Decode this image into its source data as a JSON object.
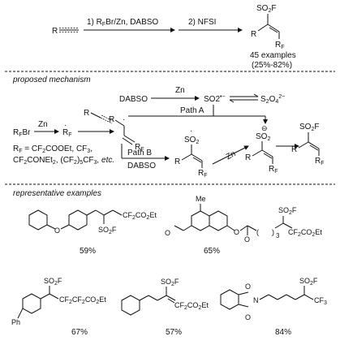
{
  "top": {
    "reactant": "R",
    "step1": "1) R",
    "step1_sub": "F",
    "step1_rest": "Br/Zn, DABSO",
    "step2": "2) NFSI",
    "so2f": "SO",
    "so2f_sub": "2",
    "so2f_end": "F",
    "product_R": "R",
    "product_RF": "R",
    "product_RF_sub": "F",
    "examples": "45 examples",
    "yield_range": "(25%-82%)"
  },
  "mechanism": {
    "heading": "proposed mechanism",
    "dabso": "DABSO",
    "zn1": "Zn",
    "so2_radical": "SO2",
    "s2o4": "S",
    "path_a": "Path A",
    "path_b": "Path B",
    "rfbr": "R",
    "zn2": "Zn",
    "rf_radical": "R",
    "alkyne_R": "R",
    "vinyl_R": "R",
    "vinyl_RF": "R",
    "rf_def_1": "R",
    "rf_def_1b": " = CF",
    "rf_def_1c": "COOEt, CF",
    "rf_def_1d": ",",
    "rf_def_2": "CF",
    "rf_def_2b": "CONEt",
    "rf_def_2c": ", (CF",
    "rf_def_2d": ")",
    "rf_def_2e": "CF",
    "rf_def_2f": ", etc.",
    "dabso_b": "DABSO",
    "so2_label": "SO",
    "zn3": "Zn",
    "sulfonyl_R": "R",
    "sulfonyl_RF": "R",
    "mid_so2": "SO",
    "mid_R": "R",
    "mid_RF": "R",
    "final_so2f": "SO",
    "final_R": "R",
    "final_RF": "R"
  },
  "examples": {
    "heading": "representative examples",
    "items": [
      {
        "yield": "59%"
      },
      {
        "yield": "65%"
      },
      {
        "yield": "67%"
      },
      {
        "yield": "57%"
      },
      {
        "yield": "84%"
      }
    ],
    "ex1_so2f": "SO",
    "ex1_chain": "CF",
    "ex1_co2et": "CO",
    "ex2_me": "Me",
    "ex2_o": "O",
    "ex2_so2f": "SO",
    "ex2_n": "3",
    "ex2_chain": "CF",
    "ex3_so2f": "SO",
    "ex3_chain": "CF",
    "ex3_ph": "Ph",
    "ex4_so2f": "SO",
    "ex4_chain": "CF",
    "ex5_so2f": "SO",
    "ex5_cf3": "CF",
    "ex5_n": "N",
    "ex5_o": "O"
  }
}
